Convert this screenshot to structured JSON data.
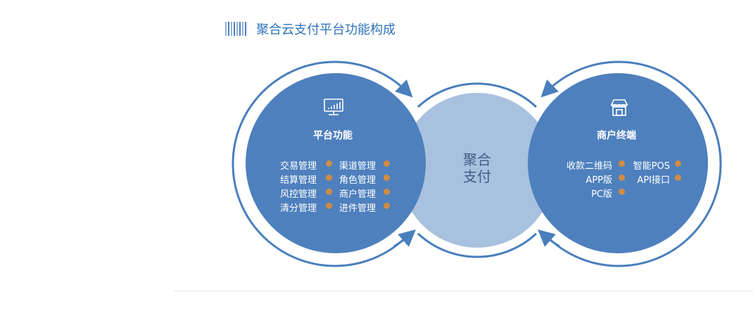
{
  "title": "聚合云支付平台功能构成",
  "center": {
    "line1": "聚合",
    "line2": "支付"
  },
  "left": {
    "heading": "平台功能",
    "icon": "monitor-chart-icon",
    "items": [
      "交易管理",
      "渠道管理",
      "结算管理",
      "角色管理",
      "风控管理",
      "商户管理",
      "清分管理",
      "进件管理"
    ]
  },
  "right": {
    "heading": "商户终端",
    "icon": "store-icon",
    "items": [
      "收款二维码",
      "智能POS",
      "APP版",
      "API接口",
      "PC版"
    ]
  },
  "colors": {
    "circle": "#4e80bd",
    "center": "#a8c1de",
    "dot": "#d08c43",
    "ring": "#4a7fbd"
  }
}
